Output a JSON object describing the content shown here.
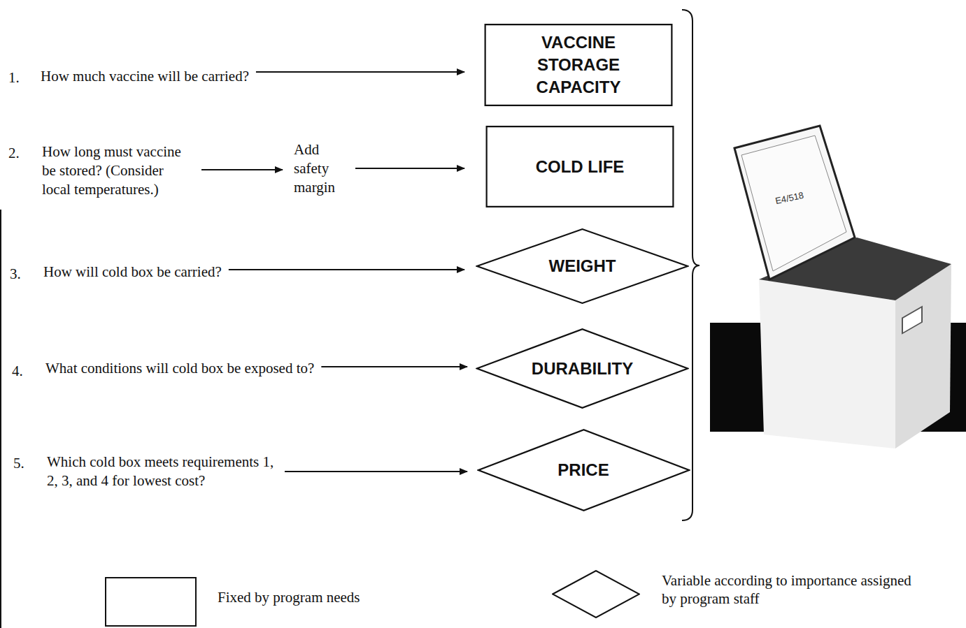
{
  "diagram": {
    "nodes": [
      {
        "text": [
          "VACCINE STORAGE CAPACITY"
        ]
      },
      {
        "text": [
          "COLD LIFE"
        ]
      },
      {
        "text": [
          "WEIGHT"
        ]
      },
      {
        "text": [
          "DURABILITY"
        ]
      },
      {
        "text": [
          "PRICE"
        ]
      }
    ],
    "labels": [
      "1.",
      "How much vaccine will be carried?",
      "2.",
      "How long must vaccine be stored? (Consider local temperatures.)",
      "Add safety margin",
      "3.",
      "How will cold box be carried?",
      "4.",
      "What conditions will cold box be exposed to?",
      "5.",
      "Which cold box meets requirements 1, 2, 3, and 4 for lowest cost?",
      "E4/518"
    ],
    "legend": [
      {
        "text": "Fixed by program needs"
      },
      {
        "text": "Variable according to importance assigned by program staff"
      }
    ]
  }
}
